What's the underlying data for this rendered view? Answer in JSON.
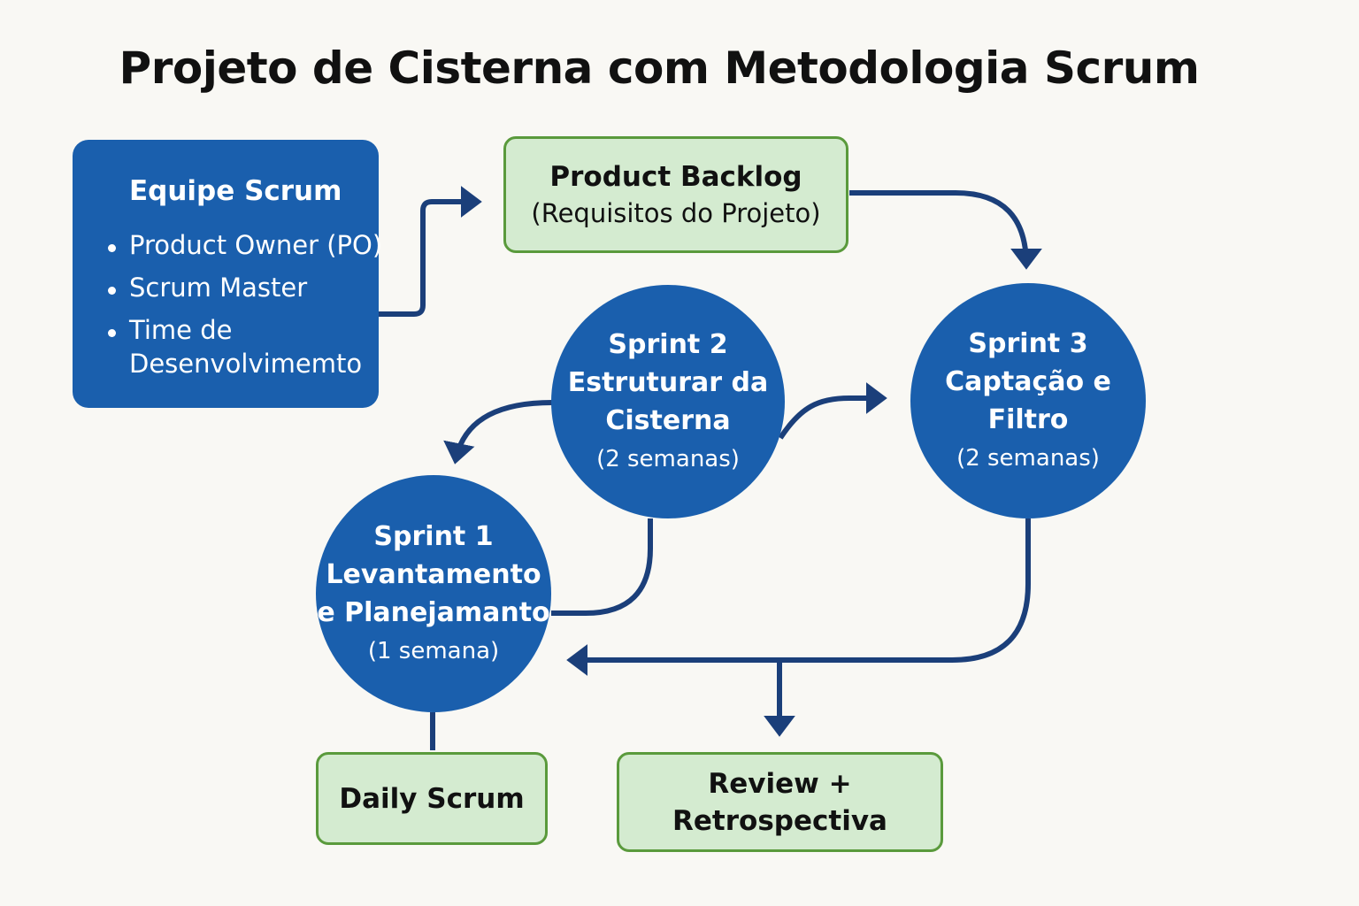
{
  "title": "Projeto de Cisterna com Metodologia Scrum",
  "colors": {
    "background": "#f9f8f4",
    "primary_blue": "#1a5fad",
    "arrow_navy": "#1b3f7a",
    "green_fill": "#d4ebd0",
    "green_border": "#5a9a3c"
  },
  "team": {
    "title": "Equipe Scrum",
    "members": [
      "Product Owner (PO)",
      "Scrum Master",
      "Time de Desenvolvimemto"
    ]
  },
  "backlog": {
    "title": "Product Backlog",
    "subtitle": "(Requisitos do Projeto)"
  },
  "sprints": [
    {
      "name_line1": "Sprint 1",
      "name_line2": "Levantamento",
      "name_line3": "e Planejamanto",
      "duration": "(1 semana)"
    },
    {
      "name_line1": "Sprint 2",
      "name_line2": "Estruturar da",
      "name_line3": "Cisterna",
      "duration": "(2 semanas)"
    },
    {
      "name_line1": "Sprint 3",
      "name_line2": "Captação e",
      "name_line3": "Filtro",
      "duration": "(2 semanas)"
    }
  ],
  "daily": {
    "label": "Daily Scrum"
  },
  "review": {
    "line1": "Review +",
    "line2": "Retrospectiva"
  },
  "connections": [
    {
      "from": "Equipe Scrum",
      "to": "Product Backlog"
    },
    {
      "from": "Product Backlog",
      "to": "Sprint 3"
    },
    {
      "from": "Sprint 2",
      "to": "Sprint 3"
    },
    {
      "from": "Sprint 2",
      "to": "Sprint 1"
    },
    {
      "from": "Sprint 2",
      "to": "Sprint 1",
      "note": "curve from bottom of Sprint 2 to right of Sprint 1"
    },
    {
      "from": "Sprint 3",
      "to": "Sprint 1"
    },
    {
      "from": "Sprint 3",
      "to": "Review + Retrospectiva"
    },
    {
      "from": "Sprint 1",
      "to": "Daily Scrum"
    }
  ]
}
